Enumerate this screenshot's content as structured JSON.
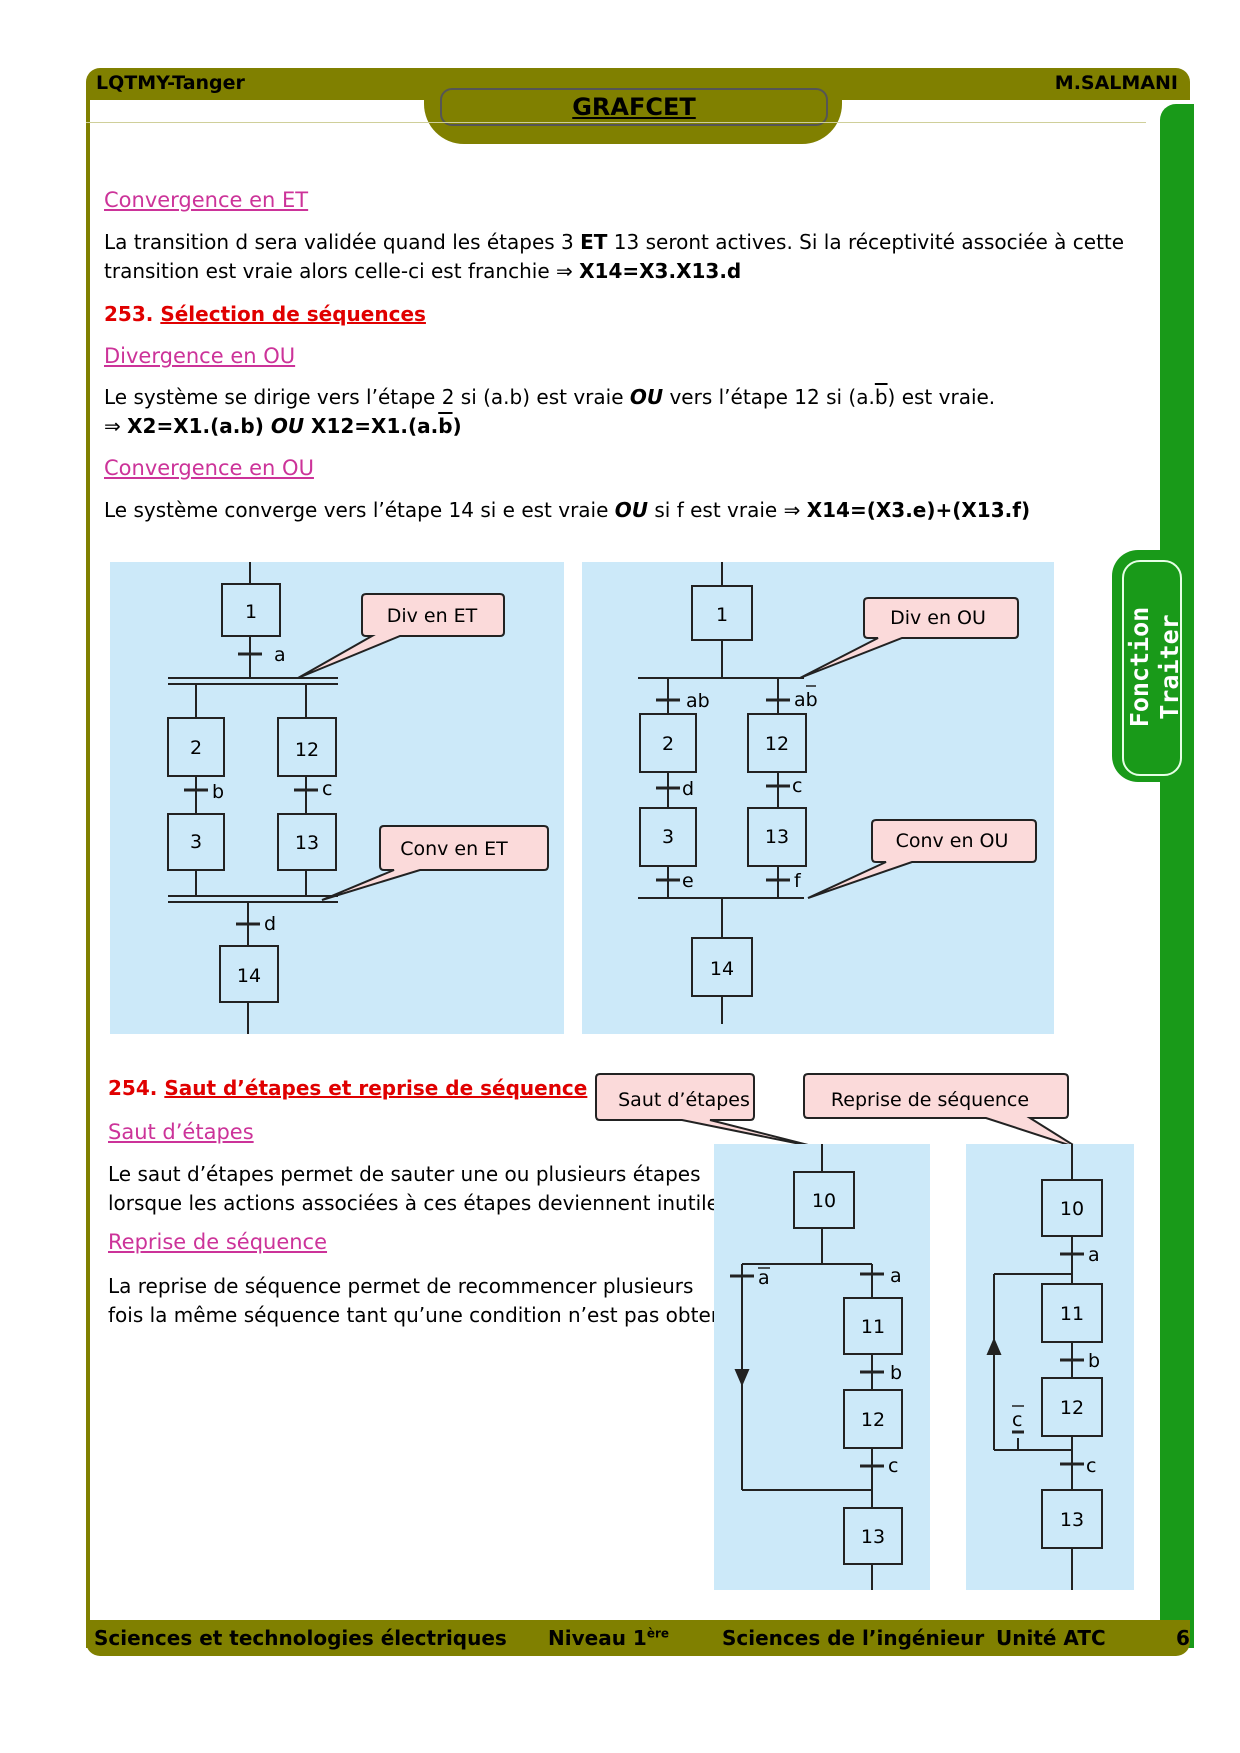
{
  "header": {
    "left": "LQTMY-Tanger",
    "title": "GRAFCET",
    "right": "M.SALMANI"
  },
  "side_tab": "Fonction Traiter",
  "footer": {
    "left": "Sciences et technologies électriques",
    "niveau": "Niveau 1",
    "niveau_sup": "ère",
    "middle": "Sciences de l’ingénieur",
    "unit": "Unité ATC",
    "page": "6"
  },
  "sections": {
    "conv_et": {
      "title": "Convergence en ET",
      "line1": "La transition d sera validée quand les étapes 3 ",
      "line1_bold": "ET",
      "line1_end": " 13 seront actives. Si la réceptivité associée à cette",
      "line2": "transition est vraie alors celle-ci est franchie ⇒ ",
      "line2_eq": "X14=X3.X13.d"
    },
    "s253": {
      "num": "253.",
      "title": "Sélection de séquences"
    },
    "div_ou": {
      "title": "Divergence en OU",
      "l1a": "Le système se dirige vers l’étape 2 si (a.b) est vraie ",
      "l1b": "OU",
      "l1c": " vers l’étape 12 si (a.",
      "l1d": "b",
      "l1e": ") est vraie.",
      "l2a": "⇒ ",
      "l2b": "X2=X1.(a.b) ",
      "l2c": "OU",
      "l2d": " X12=X1.(a.",
      "l2e": "b",
      "l2f": ")"
    },
    "conv_ou": {
      "title": "Convergence en OU",
      "la": "Le système converge vers l’étape 14 si e est vraie ",
      "lb": "OU",
      "lc": " si f est vraie ⇒ ",
      "ld": "X14=(X3.e)+(X13.f)"
    },
    "s254": {
      "num": "254.",
      "title": "Saut d’étapes et reprise de séquence"
    },
    "saut": {
      "title": "Saut d’étapes",
      "l1": "Le saut d’étapes permet de sauter une ou plusieurs étapes",
      "l2": "lorsque les actions associées à ces étapes deviennent inutiles."
    },
    "reprise": {
      "title": "Reprise de séquence",
      "l1": "La reprise de séquence permet de recommencer plusieurs",
      "l2": "fois la même séquence tant qu’une condition  n’est pas obtenue."
    }
  },
  "diagrams": {
    "div_et": {
      "steps": [
        "1",
        "2",
        "12",
        "3",
        "13",
        "14"
      ],
      "transitions": [
        "a",
        "b",
        "c",
        "d"
      ],
      "callout1": "Div en ET",
      "callout2": "Conv en ET"
    },
    "div_ou": {
      "steps": [
        "1",
        "2",
        "12",
        "3",
        "13",
        "14"
      ],
      "transitions": [
        "ab",
        "ab",
        "d",
        "c",
        "e",
        "f"
      ],
      "callout1": "Div en OU",
      "callout2": "Conv en OU"
    },
    "saut": {
      "steps": [
        "10",
        "11",
        "12",
        "13"
      ],
      "transitions": [
        "a",
        "a",
        "b",
        "c"
      ],
      "callout": "Saut d’étapes"
    },
    "reprise": {
      "steps": [
        "10",
        "11",
        "12",
        "13"
      ],
      "transitions": [
        "a",
        "b",
        "c",
        "c"
      ],
      "callout": "Reprise de séquence"
    }
  }
}
